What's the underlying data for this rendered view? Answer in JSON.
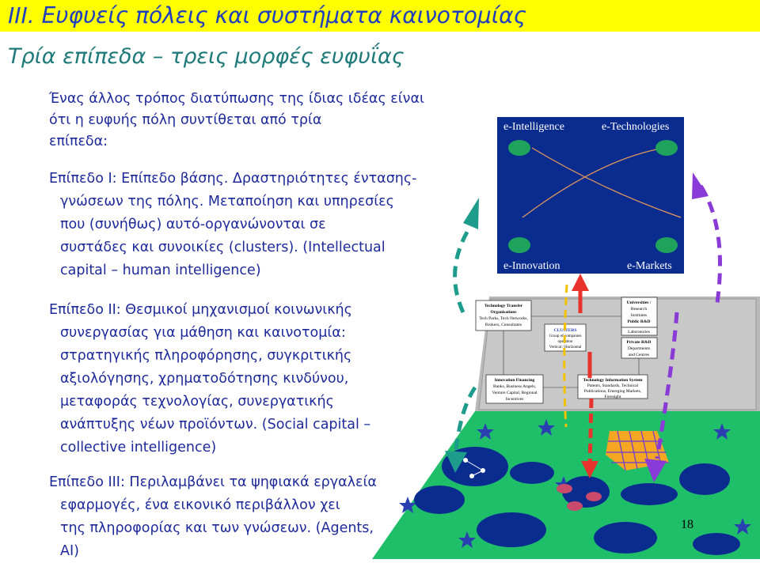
{
  "title": "III. Ευφυείς πόλεις και συστήματα καινοτομίας",
  "subtitle": "Τρία επίπεδα – τρεις μορφές ευφυΐας",
  "intro": {
    "lines": [
      "Ένας άλλος τρόπος διατύπωσης της ίδιας ιδέας είναι",
      "ότι η ευφυής πόλη συντίθεται από τρία",
      "επίπεδα:"
    ]
  },
  "level1": {
    "lines": [
      "Επίπεδο Ι: Επίπεδο βάσης. Δραστηριότητες έντασης-",
      "γνώσεων της πόλης. Μεταποίηση και υπηρεσίες",
      "που (συνήθως) αυτό-οργανώνονται σε",
      "συστάδες και συνοικίες (clusters). (Intellectual",
      "capital – human intelligence)"
    ]
  },
  "level2": {
    "lines": [
      "Επίπεδο ΙΙ: Θεσμικοί μηχανισμοί κοινωνικής",
      "συνεργασίας για μάθηση και καινοτομία:",
      "στρατηγικής πληροφόρησης, συγκριτικής",
      "αξιολόγησης, χρηματοδότησης κινδύνου,",
      "μεταφοράς τεχνολογίας, συνεργατικής",
      "ανάπτυξης νέων προϊόντων. (Social capital –",
      "collective intelligence)"
    ]
  },
  "level3": {
    "lines": [
      "Επίπεδο ΙΙΙ: Περιλαμβάνει τα ψηφιακά εργαλεία",
      "εφαρμογές, ένα εικονικό περιβάλλον χει",
      "της πληροφορίας και των γνώσεων. (Agents,",
      "AI)"
    ]
  },
  "diagram": {
    "top_box": {
      "e_intelligence": "e-Intelligence",
      "e_technologies": "e-Technologies",
      "e_innovation": "e-Innovation",
      "e_markets": "e-Markets"
    },
    "middle_plane": {
      "tech_transfer_title": "Technology Transfer",
      "tech_transfer_title2": "Organisations",
      "tech_transfer_line1": "Tech Parks, Tech Networks,",
      "tech_transfer_line2": "Brokers, Consultants",
      "universities_title": "Universities /",
      "universities_line1": "Research",
      "universities_line2": "Institutes",
      "public_rd_title": "Public R&D",
      "public_rd_line": "Laboratories",
      "private_rd_title": "Private R&D",
      "private_rd_line1": "Departments",
      "private_rd_line2": "and Centres",
      "clusters_title": "CLUSTERS",
      "clusters_line1": "Group of companies",
      "clusters_line2": "operation",
      "clusters_line3": "Vertical / Horizontal",
      "innovation_financing_title": "Innovation Financing",
      "innovation_financing_line1": "Banks, Business Angels,",
      "innovation_financing_line2": "Venture Capital, Regional",
      "innovation_financing_line3": "Incentives",
      "tis_title": "Technology Information System",
      "tis_line1": "Patents, Standards, Technical",
      "tis_line2": "Publications, Emerging Markets,",
      "tis_line3": "Foresight"
    }
  },
  "page_number": "18",
  "colors": {
    "title_bg": "#ffff00",
    "title_text": "#1f3fbf",
    "subtitle_text": "#1f7a7a",
    "body_text": "#1e2a9a",
    "box_fill": "#0b2c8f",
    "node_green": "#1fa35c",
    "arrow_teal": "#1d9b8b",
    "arrow_red": "#e8322c",
    "arrow_purple": "#8a3ad6",
    "bottom_plane": "#1fbf6a"
  }
}
